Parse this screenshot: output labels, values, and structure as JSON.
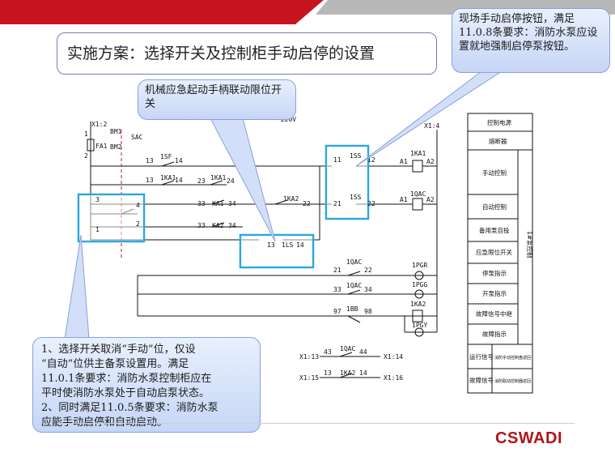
{
  "title": "实施方案：选择开关及控制柜手动启停的设置",
  "callout_top": "现场手动启停按钮，满足11.0.8条要求：消防水泵应设置就地强制启停泵按钮。",
  "callout_mid": "机械应急起动手柄联动限位开关",
  "callout_bottom": {
    "line1": "1、选择开关取消“手动”位，仅设",
    "line2": "“自动”位供主备泵设置用。满足",
    "line3": "11.0.1条要求：消防水泵控制柜应在",
    "line4": "平时使消防水泵处于自动启泵状态。",
    "line5": "2、同时满足11.0.5条要求：消防水泵",
    "line6": "应能手动启停和自动启动。"
  },
  "logo": "CSWADI",
  "colors": {
    "accent_red": "#c8141e",
    "highlight_blue": "#2aa7e0",
    "callout_bg": "#d3def8"
  },
  "diagram": {
    "terminals": {
      "x1_2": "X1:2",
      "x1_4": "X1:4",
      "x1_13": "X1:13",
      "x1_14": "X1:14",
      "x1_15": "X1:15",
      "x1_16": "X1:16"
    },
    "fuse": "FA1",
    "switches": {
      "bm1": "BM1",
      "bm2": "BM2",
      "sac": "SAC"
    },
    "wire_220": "~220V",
    "contacts": {
      "sf": "1SF",
      "ka1_top": "1KA1",
      "ka1_mid": "1KA1",
      "ka1_r": "KA1",
      "ka2_r": "KA2",
      "ka2_mid": "1KA2",
      "ls": "1LS",
      "ss_top": "1SS",
      "ss_bot": "1SS",
      "qac1": "1QAC",
      "qac2": "1QAC",
      "qac3": "1QAC",
      "bb": "1BB",
      "ka2_bot": "1KA2"
    },
    "coils": {
      "ka1": "1KA1",
      "qac": "1QAC",
      "ka2": "1KA2"
    },
    "lamps": {
      "pgr": "1PGR",
      "pgg": "1PGG",
      "pgy": "1PGY"
    },
    "nums": {
      "n1": "1",
      "n2": "2",
      "n3": "3",
      "n4": "4",
      "n13": "13",
      "n14": "14",
      "n23": "23",
      "n24": "24",
      "n33": "33",
      "n34": "34",
      "n11": "11",
      "n12": "12",
      "n21": "21",
      "n22": "22",
      "a1": "A1",
      "a2": "A2",
      "n43": "43",
      "n44": "44",
      "n97": "97",
      "n98": "98"
    }
  },
  "legend_table": {
    "rows": [
      "控制电源",
      "熔断器",
      "手动控制",
      "自动控制",
      "备用泵自投",
      "应急限位开关",
      "停泵指示",
      "开泵指示",
      "故障信号中继",
      "故障指示"
    ],
    "side_label": "1#泵控制",
    "row_run": {
      "label": "运行信号",
      "value": "消防手动控制盘返回"
    },
    "row_fault": {
      "label": "故障信号",
      "value": "消防联动控制器返回"
    }
  }
}
